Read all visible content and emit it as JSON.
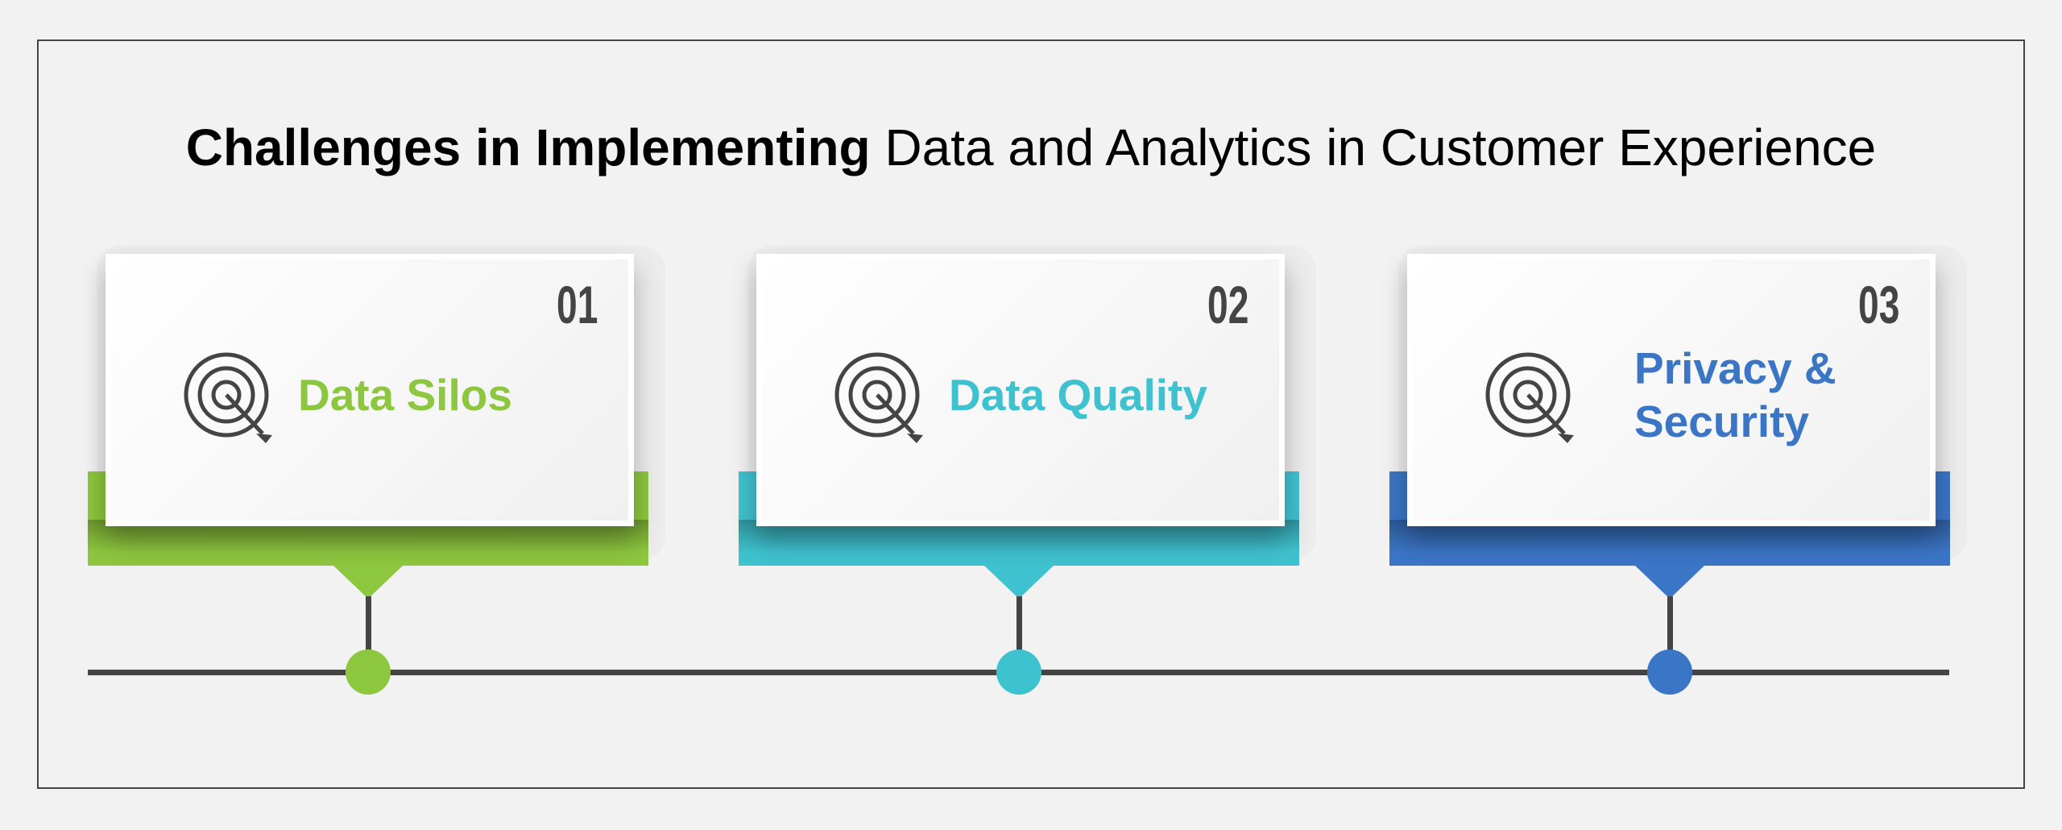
{
  "title": {
    "bold": "Challenges in Implementing",
    "regular": "Data and Analytics in Customer Experience"
  },
  "items": [
    {
      "number": "01",
      "label": "Data Silos",
      "color": "#8dc63f",
      "icon": "target-icon"
    },
    {
      "number": "02",
      "label": "Data Quality",
      "color": "#3fc2cf",
      "icon": "target-icon"
    },
    {
      "number": "03",
      "label": "Privacy & Security",
      "color": "#3b75c6",
      "icon": "target-icon"
    }
  ]
}
